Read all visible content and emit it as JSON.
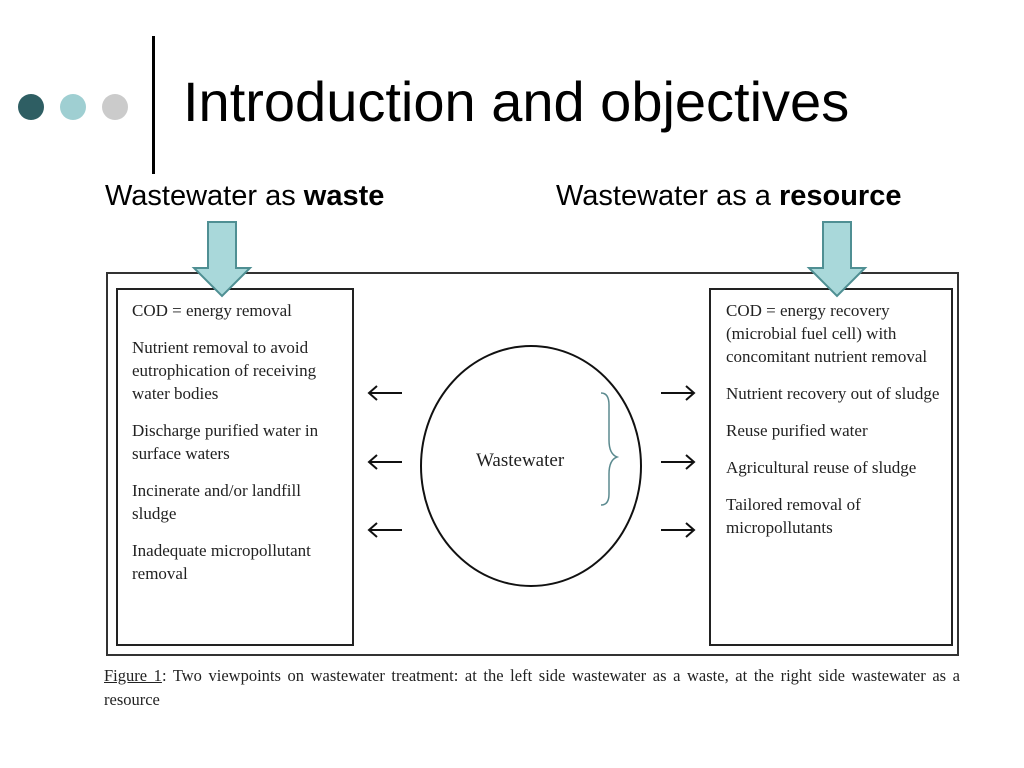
{
  "slide": {
    "title": "Introduction and objectives",
    "colors": {
      "dot_dark": "#2e5e63",
      "dot_mid": "#9fcfd2",
      "dot_light": "#cbcbcb",
      "arrow_fill": "#a9d8da",
      "arrow_stroke": "#4f8f93",
      "brace": "#5b8a8f"
    }
  },
  "labels": {
    "left_prefix": "Wastewater as ",
    "left_bold": "waste",
    "right_prefix": "Wastewater as a ",
    "right_bold": "resource"
  },
  "left_box": {
    "items": [
      "COD = energy removal",
      "Nutrient removal to avoid eutrophication of receiving water bodies",
      "Discharge purified water in surface waters",
      "Incinerate and/or landfill sludge",
      "Inadequate micropollutant removal"
    ]
  },
  "right_box": {
    "items": [
      "COD = energy recovery (microbial fuel cell) with concomitant nutrient removal",
      "Nutrient recovery out of sludge",
      "Reuse purified water",
      "Agricultural reuse of sludge",
      "Tailored removal of micropollutants"
    ]
  },
  "center": {
    "label": "Wastewater"
  },
  "caption": {
    "figure_label": "Figure 1",
    "text": ": Two viewpoints on wastewater treatment: at the left side wastewater as a waste, at the right side wastewater as a resource"
  }
}
